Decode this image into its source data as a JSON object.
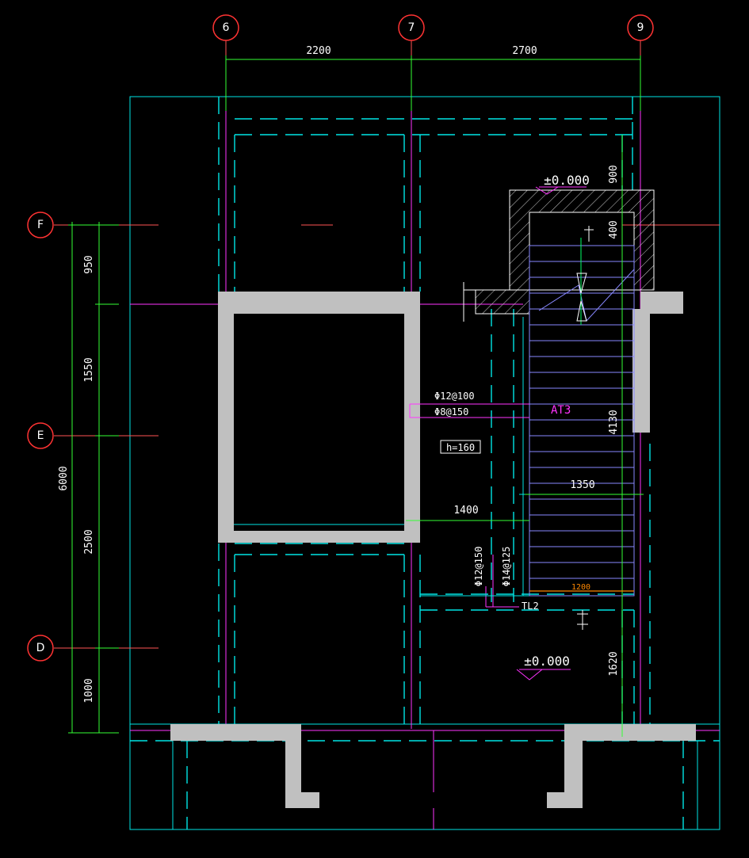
{
  "axes_top": [
    {
      "id": "6",
      "label": "6"
    },
    {
      "id": "7",
      "label": "7"
    },
    {
      "id": "9",
      "label": "9"
    }
  ],
  "axes_left": [
    {
      "id": "F",
      "label": "F"
    },
    {
      "id": "E",
      "label": "E"
    },
    {
      "id": "D",
      "label": "D"
    }
  ],
  "dims_top": [
    "2200",
    "2700"
  ],
  "dims_left": [
    "950",
    "1550",
    "2500",
    "1000"
  ],
  "dim_left_total": "6000",
  "dims_right": [
    "900",
    "400",
    "4130",
    "1620"
  ],
  "elevation_upper": "±0.000",
  "elevation_lower": "±0.000",
  "rebar_top": "Φ12@100",
  "rebar_bottom": "Φ8@150",
  "slab_thickness": "h=160",
  "stair_label": "AT3",
  "dim_1400": "1400",
  "dim_1350": "1350",
  "dim_1200": "1200",
  "rebar_v1": "Φ12@150",
  "rebar_v2": "Φ14@125",
  "beam_label": "TL2",
  "colors": {
    "background": "#000000",
    "wall_fill": "#c0c0c0",
    "cyan": "#00e5e5",
    "magenta": "#ff33ff",
    "green": "#33ff33",
    "axis_bubble": "#ff3333",
    "axis_line": "#ff5555",
    "stair_blue": "#8888ff",
    "text": "#ffffff",
    "orange": "#ff8800"
  }
}
